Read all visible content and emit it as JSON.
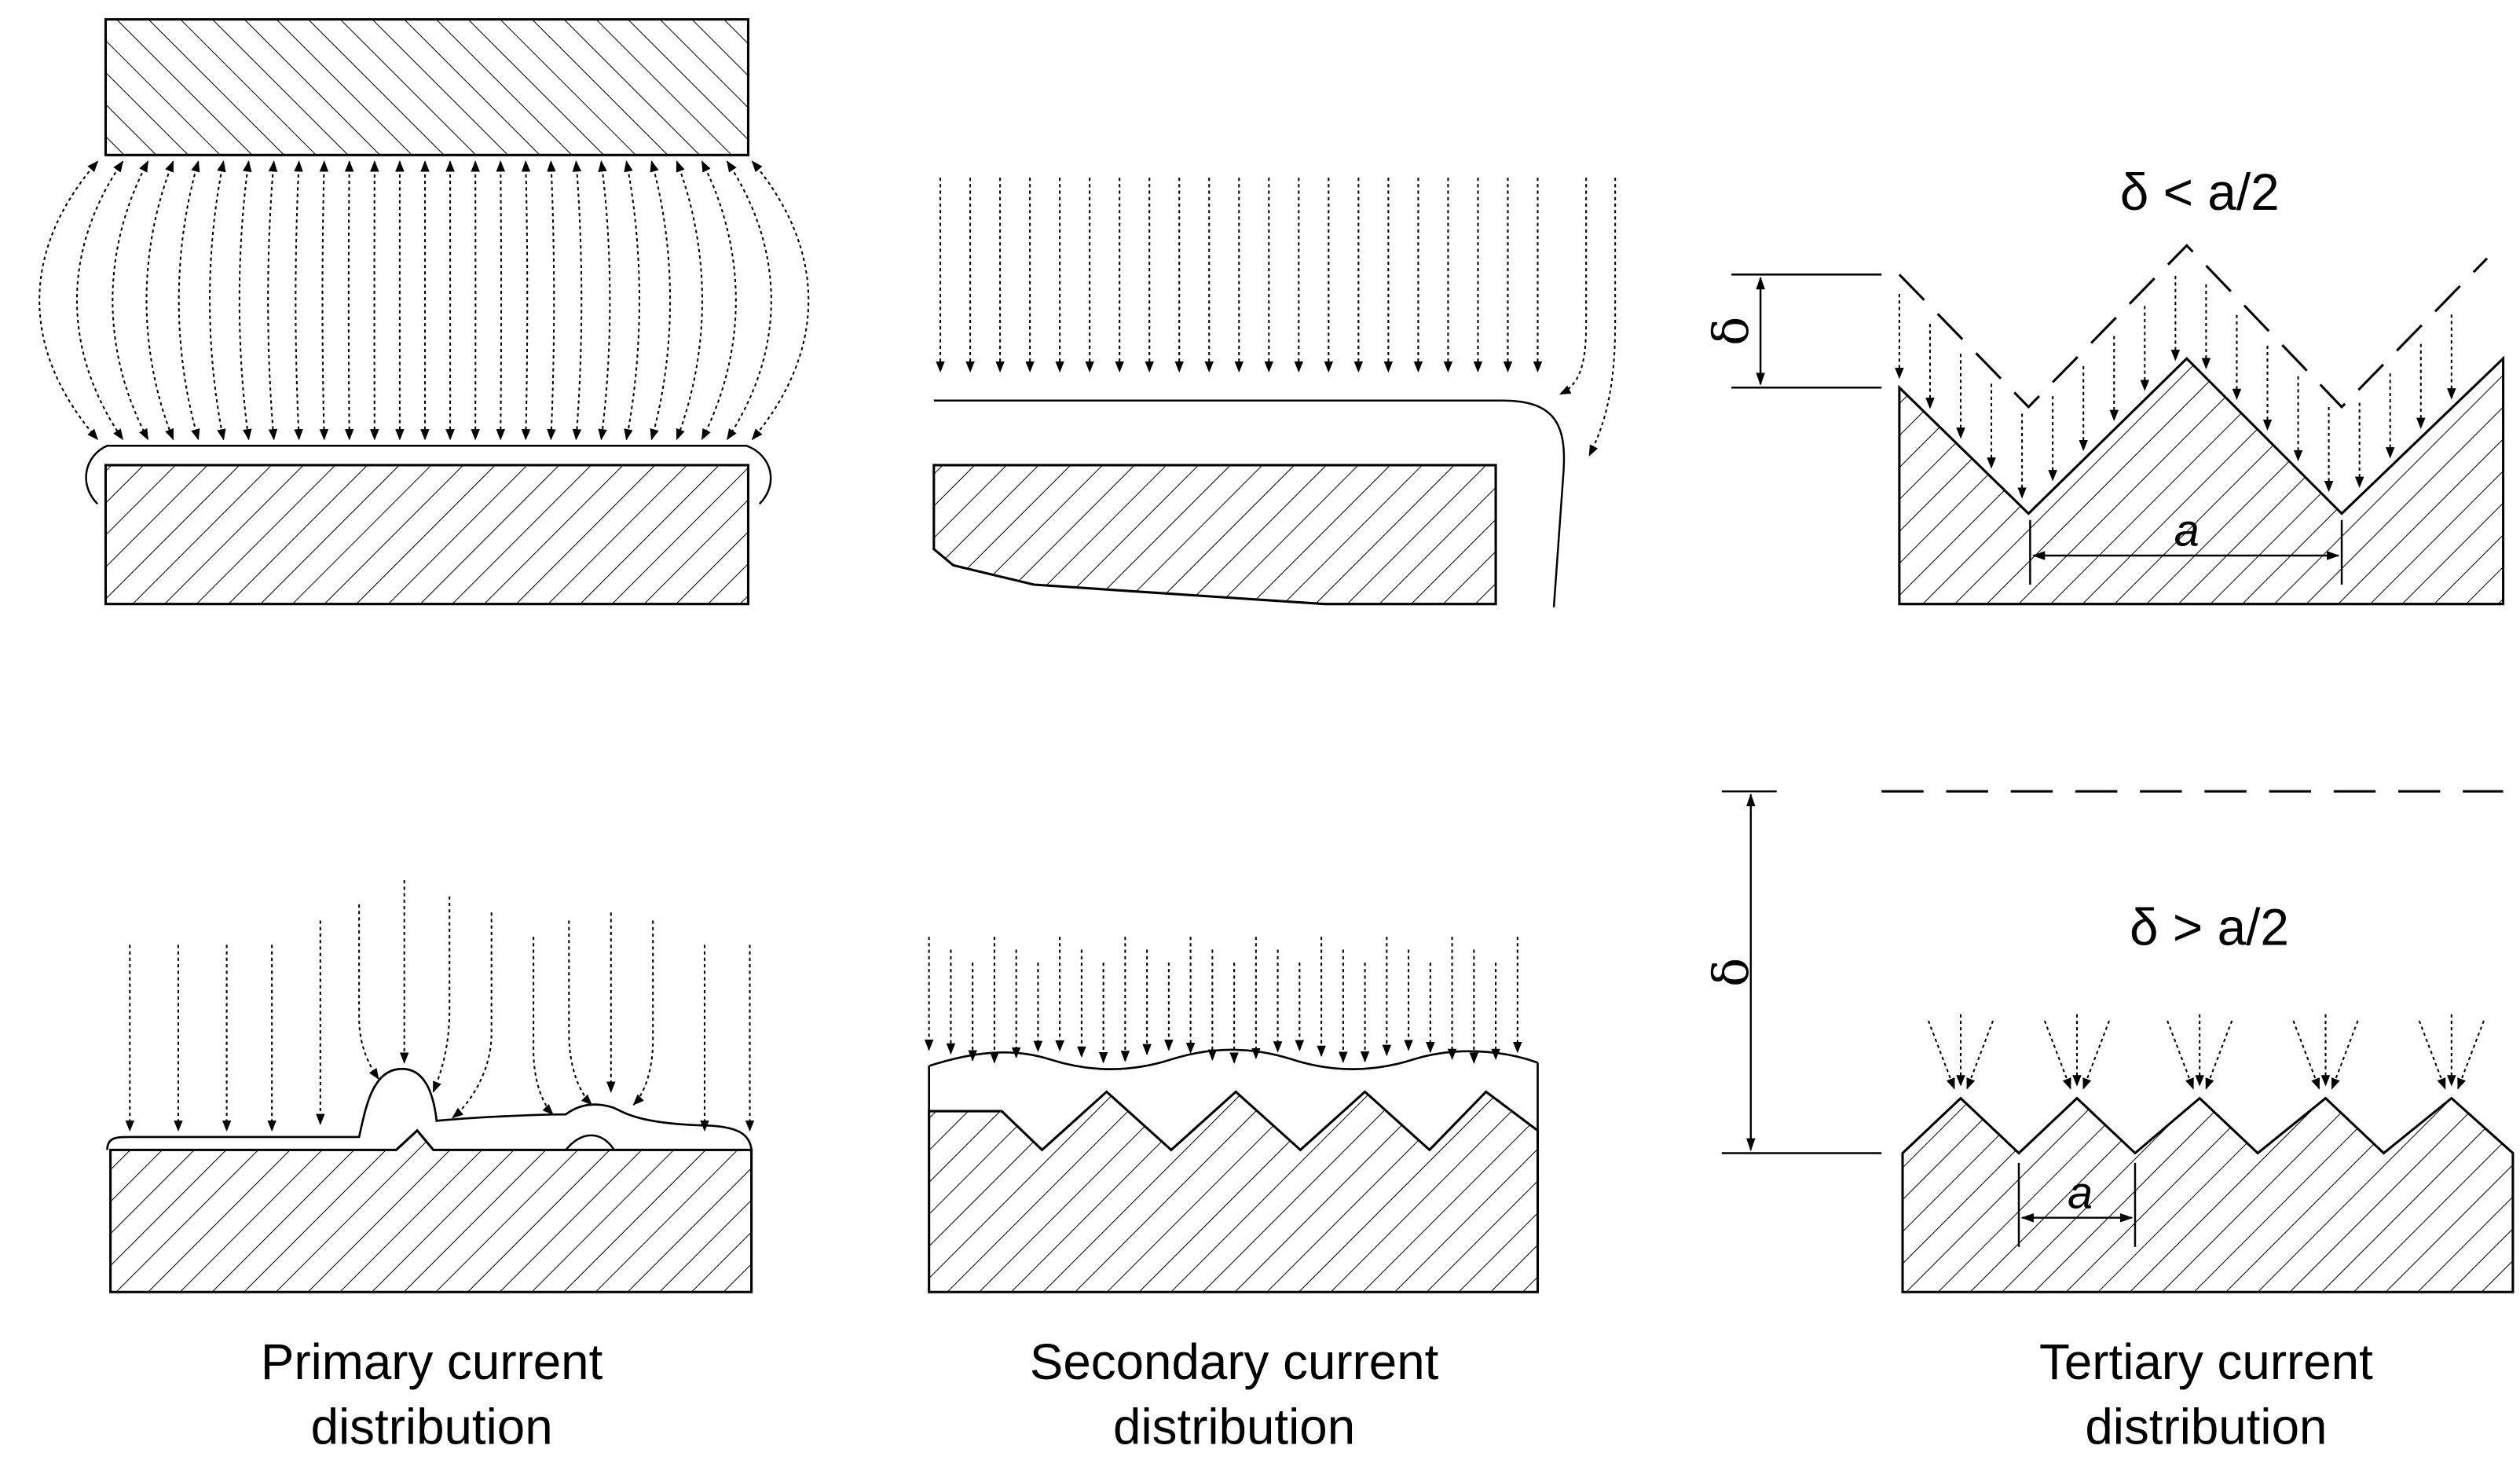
{
  "panels": {
    "primary": {
      "caption_line1": "Primary current",
      "caption_line2": "distribution"
    },
    "secondary": {
      "caption_line1": "Secondary current",
      "caption_line2": "distribution"
    },
    "tertiary": {
      "caption_line1": "Tertiary current",
      "caption_line2": "distribution",
      "top_condition": "δ < a/2",
      "bottom_condition": "δ > a/2",
      "delta_symbol": "δ",
      "spacing_symbol": "a"
    }
  },
  "colors": {
    "ink": "#000000",
    "background": "#ffffff"
  },
  "icons": [
    "hatched-electrode",
    "current-line-arrow",
    "dimension-arrow"
  ]
}
